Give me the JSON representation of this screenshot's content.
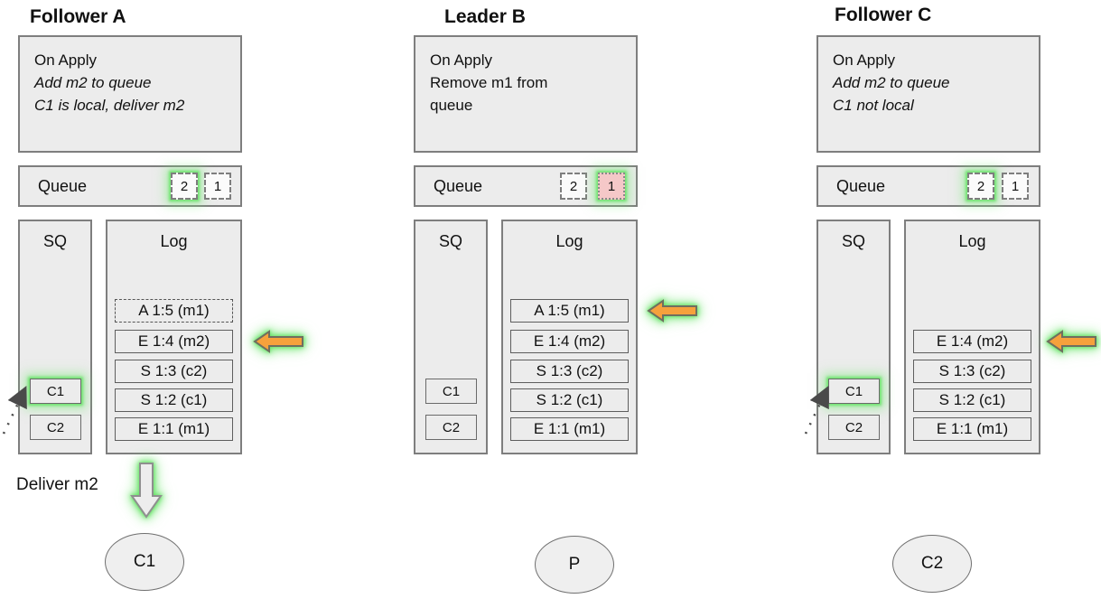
{
  "colors": {
    "accent_glow_green": "#5ce05c",
    "arrow_orange": "#f6a13c",
    "queue_alert_pink": "#f5c8c8",
    "panel_fill": "#ececec",
    "panel_border": "#7e7e7e"
  },
  "columns": [
    {
      "title": "Follower A",
      "on_apply": {
        "heading": "On Apply",
        "line1": "Add m2 to queue",
        "line2": "C1 is local, deliver m2"
      },
      "queue": {
        "label": "Queue",
        "slots": [
          "2",
          "1"
        ]
      },
      "sq": {
        "label": "SQ",
        "items": [
          "C1",
          "C2"
        ]
      },
      "log": {
        "label": "Log",
        "entries": [
          "A 1:5 (m1)",
          "E 1:4 (m2)",
          "S 1:3 (c2)",
          "S 1:2 (c1)",
          "E 1:1 (m1)"
        ]
      },
      "deliver_label": "Deliver m2",
      "client_label": "C1"
    },
    {
      "title": "Leader B",
      "on_apply": {
        "heading": "On Apply",
        "line1": "Remove m1 from",
        "line2": "queue"
      },
      "queue": {
        "label": "Queue",
        "slots": [
          "2",
          "1"
        ]
      },
      "sq": {
        "label": "SQ",
        "items": [
          "C1",
          "C2"
        ]
      },
      "log": {
        "label": "Log",
        "entries": [
          "A 1:5 (m1)",
          "E 1:4 (m2)",
          "S 1:3 (c2)",
          "S 1:2 (c1)",
          "E 1:1 (m1)"
        ]
      },
      "client_label": "P"
    },
    {
      "title": "Follower C",
      "on_apply": {
        "heading": "On Apply",
        "line1": "Add m2 to queue",
        "line2": "C1 not local"
      },
      "queue": {
        "label": "Queue",
        "slots": [
          "2",
          "1"
        ]
      },
      "sq": {
        "label": "SQ",
        "items": [
          "C1",
          "C2"
        ]
      },
      "log": {
        "label": "Log",
        "entries": [
          "E 1:4 (m2)",
          "S 1:3 (c2)",
          "S 1:2 (c1)",
          "E 1:1 (m1)"
        ]
      },
      "client_label": "C2"
    }
  ]
}
